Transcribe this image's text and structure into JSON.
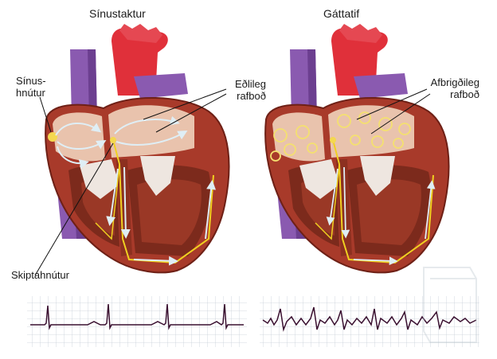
{
  "panels": [
    {
      "title": "Sínustaktur",
      "labels": {
        "sinus_node_line1": "Sínus-",
        "sinus_node_line2": "hnútur",
        "impulses_line1": "Eðlileg",
        "impulses_line2": "rafboð",
        "av_node": "Skiptahnútur"
      }
    },
    {
      "title": "Gáttatif",
      "labels": {
        "impulses_line1": "Afbrigðileg",
        "impulses_line2": "rafboð"
      }
    }
  ],
  "colors": {
    "aorta": "#e0303a",
    "vein": "#8a5ab0",
    "muscle": "#a83a2a",
    "muscle_dark": "#6e2016",
    "chamber": "#e9c3ad",
    "valve": "#eee6e0",
    "conduction": "#f0d020",
    "ecg_grid": "#c8d0d8",
    "ecg_trace": "#3a1030"
  }
}
